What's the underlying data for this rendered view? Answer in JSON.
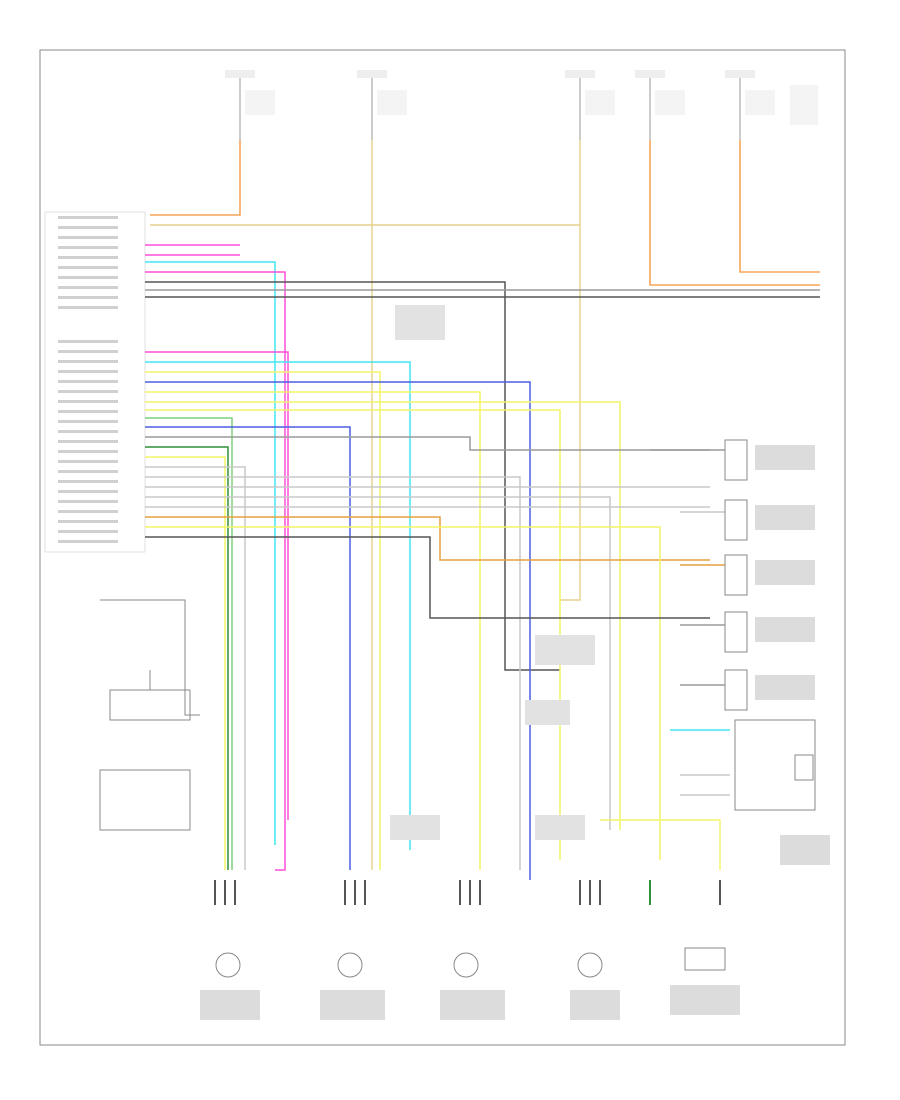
{
  "figure_id": "",
  "wire_colors": {
    "orange": "#f5a55a",
    "tan": "#e6d08a",
    "gray": "#9a9a9a",
    "dark_gray": "#555555",
    "pink": "#ff4fd8",
    "light_blue": "#44e6f0",
    "yellow": "#f3f36a",
    "blue": "#4a5fe0",
    "green": "#7fd07f",
    "dark_green": "#2f8f3a",
    "brown": "#c8a060",
    "light_gray": "#c8c8c8",
    "black": "#222222",
    "white": "#dddddd"
  },
  "components": [
    {
      "id": "pcm-connector",
      "label": ""
    },
    {
      "id": "transmission-range-switch",
      "label": ""
    },
    {
      "id": "input-speed-sensor",
      "label": ""
    },
    {
      "id": "output-speed-sensor",
      "label": ""
    },
    {
      "id": "tcc-solenoid",
      "label": ""
    },
    {
      "id": "shift-solenoid-a",
      "label": ""
    },
    {
      "id": "shift-solenoid-b",
      "label": ""
    },
    {
      "id": "pressure-control-solenoid",
      "label": ""
    },
    {
      "id": "vehicle-speed-sensor",
      "label": ""
    },
    {
      "id": "fluid-temp-sensor",
      "label": ""
    }
  ]
}
